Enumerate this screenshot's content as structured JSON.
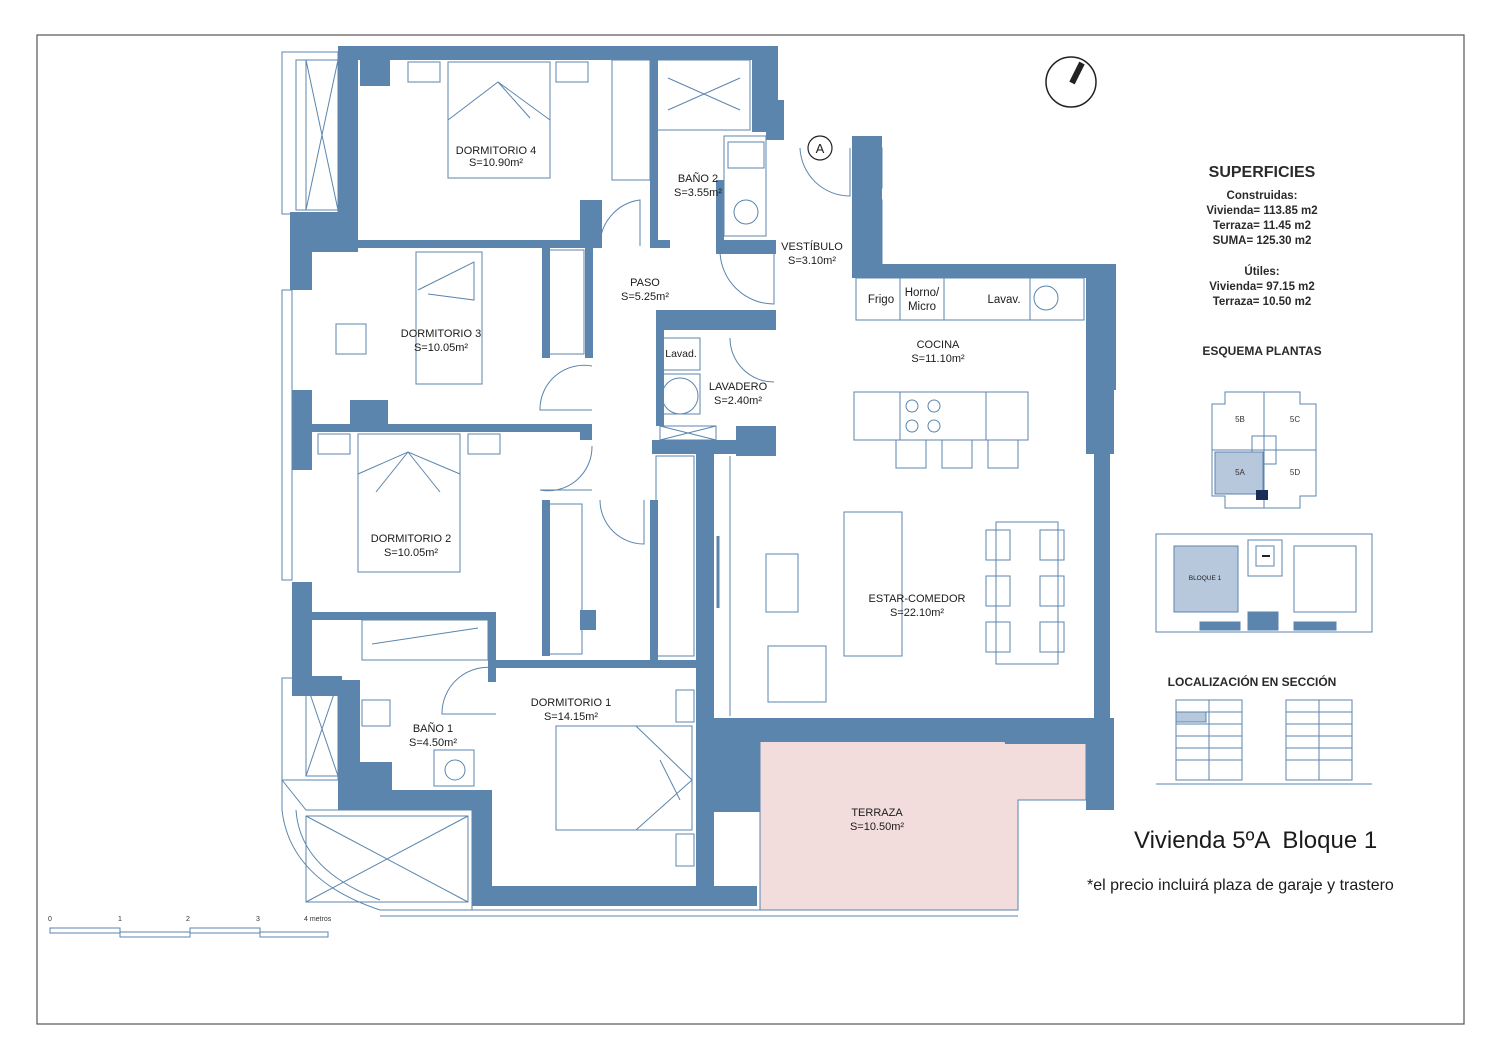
{
  "compass": {
    "marker": "A"
  },
  "rooms": {
    "dormitorio4": {
      "name": "DORMITORIO 4",
      "area": "S=10.90m²"
    },
    "bano2": {
      "name": "BAÑO 2",
      "area": "S=3.55m²"
    },
    "vestibulo": {
      "name": "VESTÍBULO",
      "area": "S=3.10m²"
    },
    "paso": {
      "name": "PASO",
      "area": "S=5.25m²"
    },
    "dormitorio3": {
      "name": "DORMITORIO 3",
      "area": "S=10.05m²"
    },
    "lavadero": {
      "name": "LAVADERO",
      "area": "S=2.40m²"
    },
    "cocina": {
      "name": "COCINA",
      "area": "S=11.10m²"
    },
    "dormitorio2": {
      "name": "DORMITORIO 2",
      "area": "S=10.05m²"
    },
    "estar": {
      "name": "ESTAR-COMEDOR",
      "area": "S=22.10m²"
    },
    "bano1": {
      "name": "BAÑO 1",
      "area": "S=4.50m²"
    },
    "dormitorio1": {
      "name": "DORMITORIO 1",
      "area": "S=14.15m²"
    },
    "terraza": {
      "name": "TERRAZA",
      "area": "S=10.50m²"
    }
  },
  "appliances": {
    "frigo": "Frigo",
    "horno1": "Horno/",
    "horno2": "Micro",
    "lavav": "Lavav.",
    "lavad": "Lavad."
  },
  "superficies": {
    "title": "SUPERFICIES",
    "construidas_label": "Construidas:",
    "vivienda": "Vivienda= 113.85 m2",
    "terraza": "Terraza= 11.45 m2",
    "suma": "SUMA= 125.30 m2",
    "utiles_label": "Útiles:",
    "utiles_vivienda": "Vivienda= 97.15 m2",
    "utiles_terraza": "Terraza= 10.50 m2"
  },
  "esquema": {
    "title": "ESQUEMA PLANTAS",
    "u5b": "5B",
    "u5c": "5C",
    "u5a": "5A",
    "u5d": "5D",
    "bloque": "BLOQUE 1"
  },
  "seccion": {
    "title": "LOCALIZACIÓN EN SECCIÓN"
  },
  "vivienda_title": "Vivienda 5ºA  Bloque 1",
  "note": "*el precio incluirá plaza de garaje y trastero",
  "scale": {
    "t0": "0",
    "t1": "1",
    "t2": "2",
    "t3": "3",
    "t4": "4 metros"
  },
  "colors": {
    "wall": "#5b85ad",
    "wall_dark": "#3e6a93",
    "terrace": "#f2dcdc",
    "highlight": "#b8c8dc",
    "line": "#5b85ad"
  }
}
